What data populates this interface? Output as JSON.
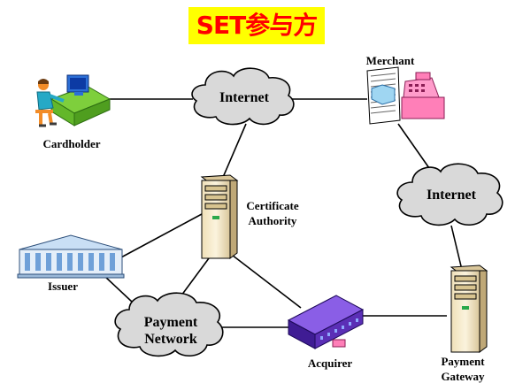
{
  "title": "SET参与方",
  "clouds": {
    "internet_top": "Internet",
    "internet_right": "Internet",
    "payment_network": [
      "Payment",
      "Network"
    ]
  },
  "nodes": {
    "cardholder": "Cardholder",
    "merchant": "Merchant",
    "certificate_authority": [
      "Certificate",
      "Authority"
    ],
    "issuer": "Issuer",
    "acquirer": "Acquirer",
    "payment_gateway": [
      "Payment",
      "Gateway"
    ]
  },
  "colors": {
    "title_bg": "#ffff00",
    "title_text": "#ff0000",
    "cloud_fill": "#d9d9d9",
    "desk": "#7ecf3c",
    "monitor": "#2c6fd6",
    "person_shirt": "#25a9c6",
    "person_skin": "#f28c28",
    "register": "#ff7fb8",
    "server": "#f6e9c9",
    "bank_building": "#6fa0d8",
    "acquirer_building": "#5b2fb6"
  },
  "icons": [
    "cardholder-computer-icon",
    "merchant-cash-register-icon",
    "server-tower-icon",
    "bank-building-icon",
    "office-building-icon",
    "cloud-icon"
  ]
}
